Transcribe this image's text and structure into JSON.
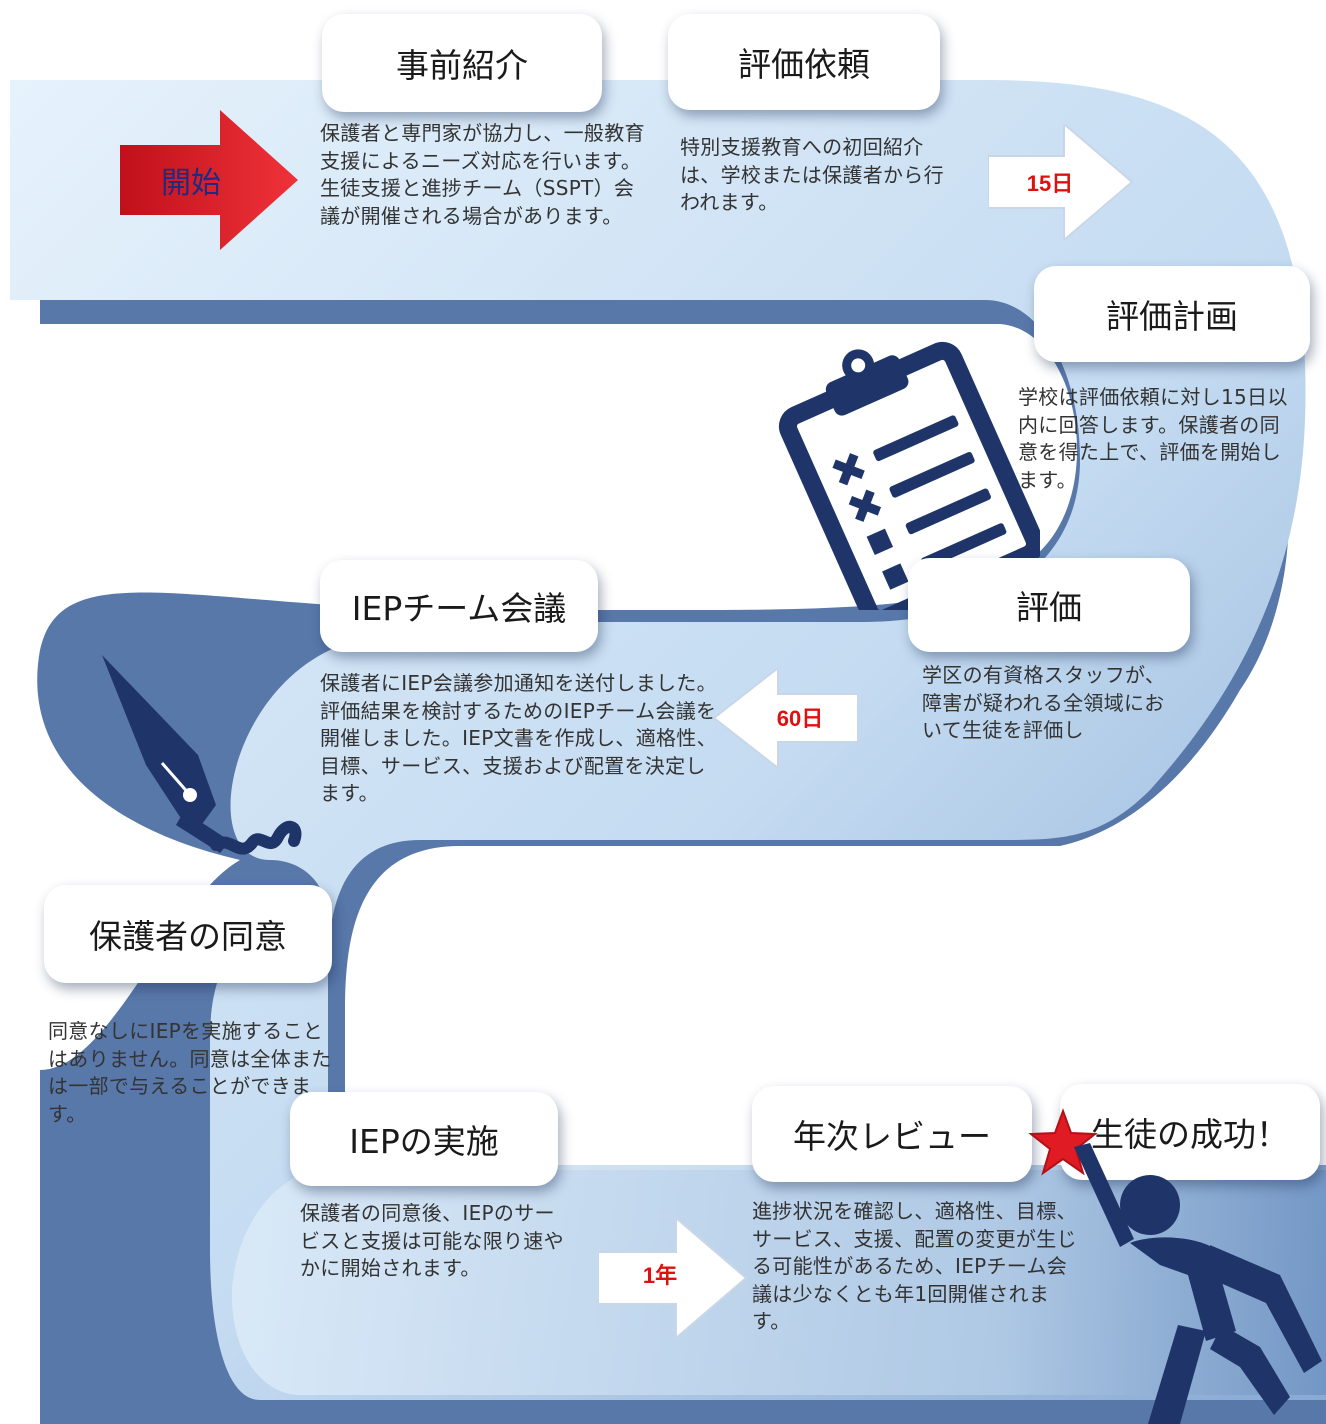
{
  "colors": {
    "road_light": "#d9ebfa",
    "road_mid": "#a9c4e0",
    "road_dark": "#5b7fb0",
    "navy_icon": "#1f3569",
    "start_arrow": "#e01b24",
    "day_label": "#e11010"
  },
  "steps": {
    "start": {
      "label": "開始"
    },
    "pre_referral": {
      "title": "事前紹介",
      "text": "保護者と専門家が協力し、一般教育支援によるニーズ対応を行います。生徒支援と進捗チーム（SSPT）会議が開催される場合があります。"
    },
    "referral": {
      "title": "評価依頼",
      "text": "特別支援教育への初回紹介は、学校または保護者から行われます。"
    },
    "assessment_plan": {
      "title": "評価計画",
      "text": "学校は評価依頼に対し15日以内に回答します。保護者の同意を得た上で、評価を開始します。"
    },
    "assessment": {
      "title": "評価",
      "text": "学区の有資格スタッフが、障害が疑われる全領域において生徒を評価し"
    },
    "iep_meeting": {
      "title": "IEPチーム会議",
      "text": "保護者にIEP会議参加通知を送付しました。評価結果を検討するためのIEPチーム会議を開催しました。IEP文書を作成し、適格性、目標、サービス、支援および配置を決定します。"
    },
    "parent_consent": {
      "title": "保護者の同意",
      "text": "同意なしにIEPを実施することはありません。同意は全体または一部で与えることができます。"
    },
    "iep_implementation": {
      "title": "IEPの実施",
      "text": "保護者の同意後、IEPのサービスと支援は可能な限り速やかに開始されます。"
    },
    "annual_review": {
      "title": "年次レビュー",
      "text": "進捗状況を確認し、適格性、目標、サービス、支援、配置の変更が生じる可能性があるため、IEPチーム会議は少なくとも年1回開催されます。"
    },
    "student_success": {
      "title": "生徒の成功！"
    }
  },
  "timelines": {
    "days_15": "15日",
    "days_60": "60日",
    "year_1": "1年"
  },
  "icons": [
    "clipboard-icon",
    "fountain-pen-icon",
    "star-icon",
    "running-student-icon"
  ]
}
